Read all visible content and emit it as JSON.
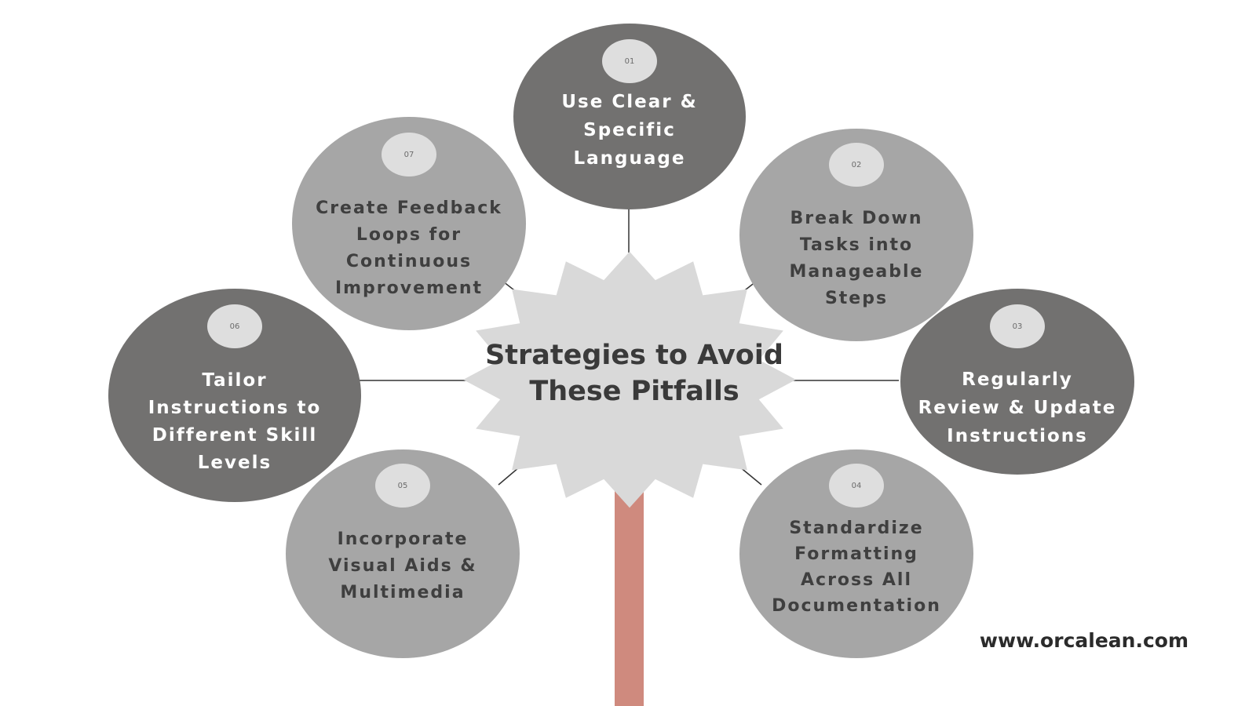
{
  "center": {
    "title": "Strategies to Avoid\nThese Pitfalls"
  },
  "colors": {
    "dark_fill": "#727170",
    "light_fill": "#a6a6a6",
    "badge_fill": "#dedede",
    "center_fill": "#d9d9d9",
    "stem_fill": "#cf8a7e",
    "line_color": "#333333"
  },
  "strategies": [
    {
      "number": "01",
      "label": "Use Clear &\nSpecific\nLanguage",
      "tone": "dark"
    },
    {
      "number": "02",
      "label": "Break Down\nTasks into\nManageable\nSteps",
      "tone": "light"
    },
    {
      "number": "03",
      "label": "Regularly\nReview & Update\nInstructions",
      "tone": "dark"
    },
    {
      "number": "04",
      "label": "Standardize\nFormatting\nAcross All\nDocumentation",
      "tone": "light"
    },
    {
      "number": "05",
      "label": "Incorporate\nVisual Aids &\nMultimedia",
      "tone": "light"
    },
    {
      "number": "06",
      "label": "Tailor\nInstructions to\nDifferent Skill\nLevels",
      "tone": "dark"
    },
    {
      "number": "07",
      "label": "Create Feedback\nLoops for\nContinuous\nImprovement",
      "tone": "light"
    }
  ],
  "footer": {
    "website": "www.orcalean.com"
  }
}
